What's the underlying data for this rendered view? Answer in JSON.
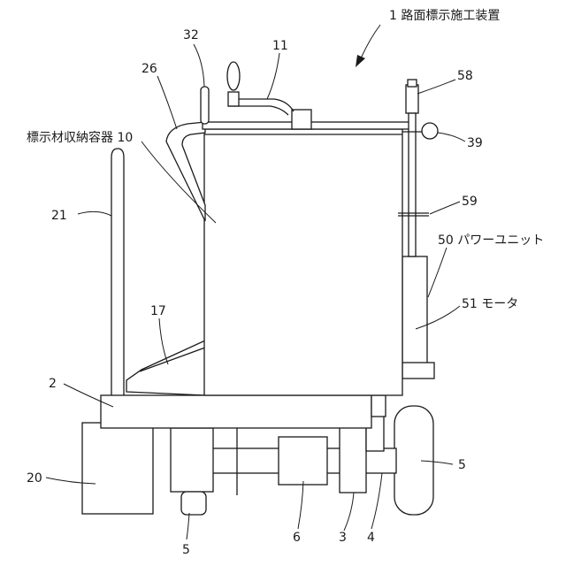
{
  "labels": {
    "device": "1 路面標示施工装置",
    "n32": "32",
    "n11": "11",
    "n26": "26",
    "n58": "58",
    "n39": "39",
    "container": "標示材収納容器 10",
    "n21": "21",
    "n59": "59",
    "power_unit": "50 パワーユニット",
    "motor": "51 モータ",
    "n17": "17",
    "n2": "2",
    "n20": "20",
    "n5_right": "5",
    "n5_bottom": "5",
    "n6": "6",
    "n3": "3",
    "n4": "4"
  }
}
